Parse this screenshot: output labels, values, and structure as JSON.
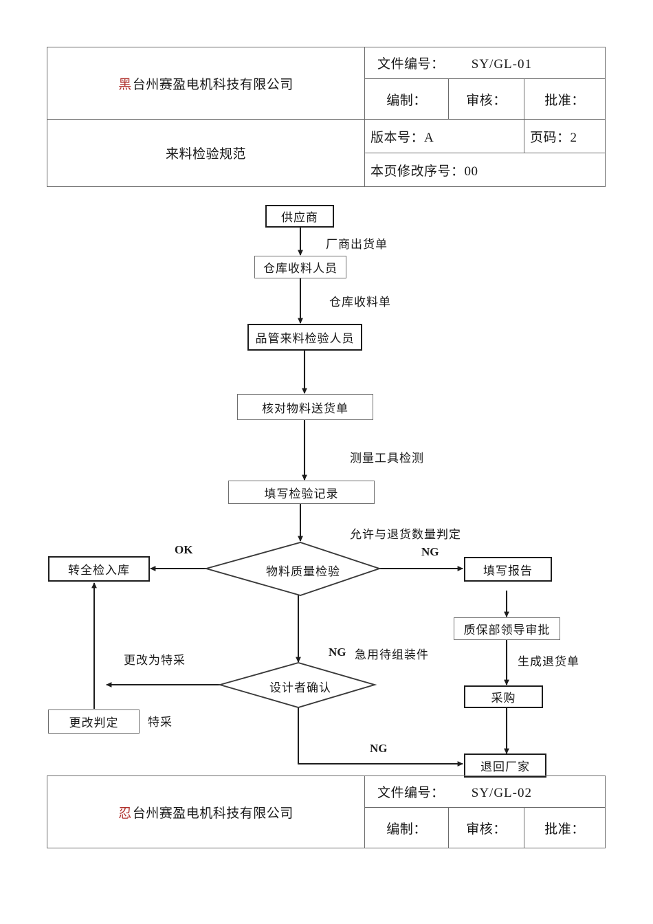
{
  "header_table": {
    "company_mark": "黑",
    "company_name": "台州赛盈电机科技有限公司",
    "doc_no_label": "文件编号：",
    "doc_no_value": "SY/GL-01",
    "prepared_label": "编制：",
    "reviewed_label": "审核：",
    "approved_label": "批准：",
    "title": "来料检验规范",
    "version_label": "版本号：A",
    "page_label": "页码：2",
    "revision_label": "本页修改序号：00"
  },
  "footer_table": {
    "company_mark": "忍",
    "company_name": "台州赛盈电机科技有限公司",
    "doc_no_label": "文件编号：",
    "doc_no_value": "SY/GL-02",
    "prepared_label": "编制：",
    "reviewed_label": "审核：",
    "approved_label": "批准："
  },
  "flowchart": {
    "nodes": {
      "supplier": "供应商",
      "warehouse_receiver": "仓库收料人员",
      "qc_inspector": "品管来料检验人员",
      "check_delivery_note": "核对物料送货单",
      "fill_inspection_record": "填写检验记录",
      "material_quality_check": "物料质量检验",
      "transfer_full_inspection": "转全检入库",
      "fill_report": "填写报告",
      "qa_leader_approval": "质保部领导审批",
      "purchase": "采购",
      "return_to_manufacturer": "退回厂家",
      "designer_confirm": "设计者确认",
      "change_judgement": "更改判定"
    },
    "edge_labels": {
      "supplier_shipping_note": "厂商出货单",
      "warehouse_receipt_note": "仓库收料单",
      "measuring_tool_check": "测量工具检测",
      "allow_return_qty_decision": "允许与退货数量判定",
      "ok": "OK",
      "ng_right": "NG",
      "ng_designer": "NG",
      "urgent_pending_assembly": "急用待组装件",
      "generate_return_note": "生成退货单",
      "change_to_special_purchase": "更改为特采",
      "special_purchase": "特采",
      "ng_bottom": "NG"
    }
  },
  "colors": {
    "accent_red": "#b0302c",
    "line_dark": "#1d1d1d",
    "line_gray": "#6f6f6f",
    "border_gray": "#6b6b6b"
  }
}
